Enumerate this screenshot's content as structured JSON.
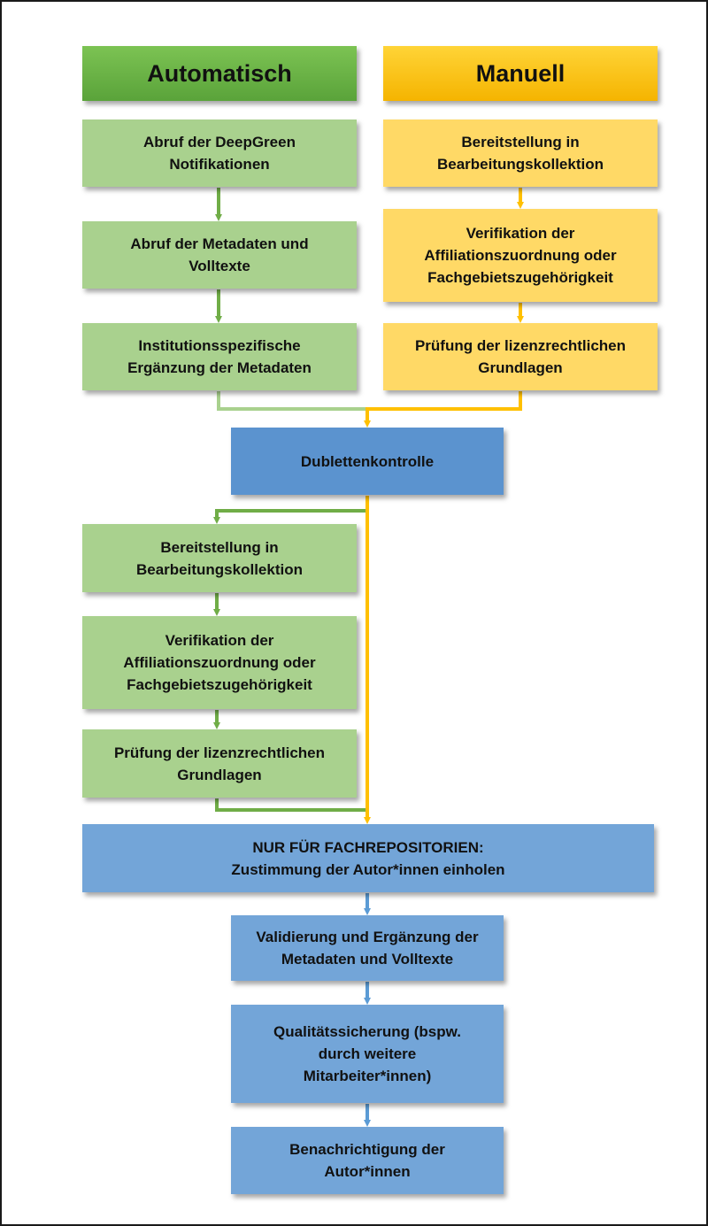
{
  "headers": {
    "automatisch": "Automatisch",
    "manuell": "Manuell"
  },
  "automatic": {
    "step1": "Abruf der DeepGreen\nNotifikationen",
    "step2": "Abruf der Metadaten und\nVolltexte",
    "step3": "Institutionsspezifische\nErgänzung der Metadaten"
  },
  "manual": {
    "step1": "Bereitstellung in\nBearbeitungskollektion",
    "step2": "Verifikation der\nAffiliationszuordnung oder\nFachgebietszugehörigkeit",
    "step3": "Prüfung der lizenzrechtlichen\nGrundlagen"
  },
  "merge": {
    "dubletten": "Dublettenkontrolle"
  },
  "automatic_after": {
    "step1": "Bereitstellung in\nBearbeitungskollektion",
    "step2": "Verifikation der\nAffiliationszuordnung oder\nFachgebietszugehörigkeit",
    "step3": "Prüfung der lizenzrechtlichen\nGrundlagen"
  },
  "final": {
    "fachrepositorien": "NUR FÜR FACHREPOSITORIEN:\nZustimmung der Autor*innen einholen",
    "validierung": "Validierung und Ergänzung der\nMetadaten und Volltexte",
    "qualitaet": "Qualitätssicherung (bspw.\ndurch weitere\nMitarbeiter*innen)",
    "benachrichtigung": "Benachrichtigung der\nAutor*innen"
  },
  "colors": {
    "green_arrow": "#70ad47",
    "yellow_arrow": "#ffc000",
    "blue_arrow": "#5b9bd5"
  }
}
